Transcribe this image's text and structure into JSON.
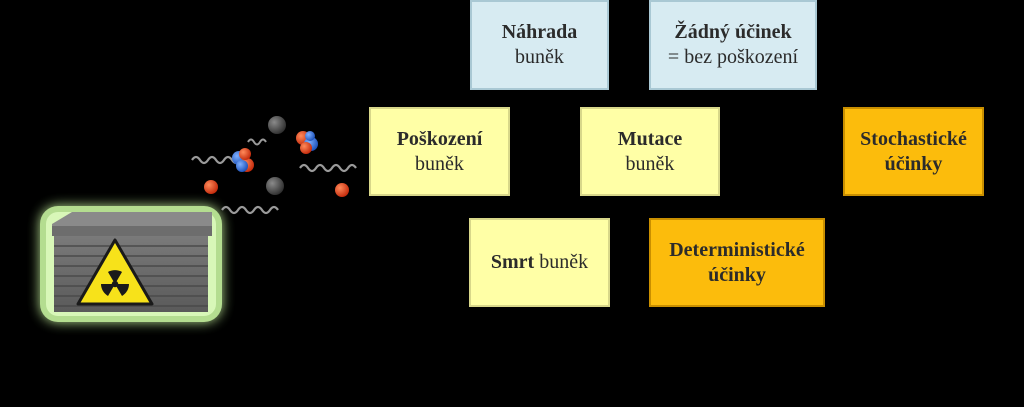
{
  "nodes": {
    "nahrada": {
      "line1": "Náhrada",
      "line2": "buněk"
    },
    "zadny": {
      "line1": "Žádný účinek",
      "line2": "= bez poškození"
    },
    "poskozeni": {
      "line1": "Poškození",
      "line2": "buněk"
    },
    "mutace": {
      "line1": "Mutace",
      "line2": "buněk"
    },
    "stoch": {
      "line1": "Stochastické",
      "line2": "účinky"
    },
    "smrt": {
      "bold": "Smrt",
      "rest": " buněk"
    },
    "determ": {
      "line1": "Deterministické",
      "line2": "účinky"
    }
  },
  "colors": {
    "background": "#000000",
    "blue_box": "#d7ebf2",
    "yellow_box": "#ffffa6",
    "orange_box": "#fcbc0c",
    "glow": "#c8f5a0",
    "hazard_yellow": "#f7e21a"
  },
  "icons": [
    "radioactive-box-icon",
    "radiation-particles-icon"
  ]
}
